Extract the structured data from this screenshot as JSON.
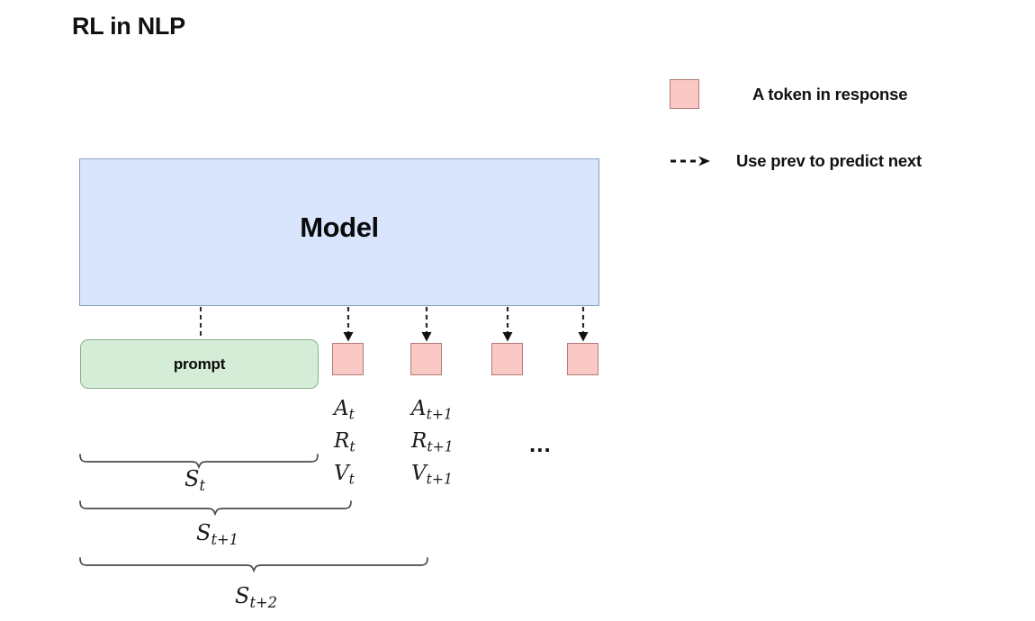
{
  "slide": {
    "title": "RL in NLP",
    "background_color": "#ffffff"
  },
  "legend": {
    "items": [
      {
        "icon": "pink-square-swatch",
        "label": "A token in response",
        "color": "#fac9c6",
        "border_color": "#b07b78"
      },
      {
        "icon": "dashed-arrow",
        "label": "Use prev to predict next",
        "color": "#111111"
      }
    ]
  },
  "diagram": {
    "model_box": {
      "label": "Model",
      "fill": "#d8e5fd",
      "border": "#8ba0bd"
    },
    "prompt_box": {
      "label": "prompt",
      "fill": "#d5ecd6",
      "border": "#8ab08c"
    },
    "tokens": [
      {
        "fill": "#fac9c6",
        "border": "#b07b78"
      },
      {
        "fill": "#fac9c6",
        "border": "#b07b78"
      },
      {
        "fill": "#fac9c6",
        "border": "#b07b78"
      },
      {
        "fill": "#fac9c6",
        "border": "#b07b78"
      }
    ],
    "token_annotations": [
      {
        "action": "A",
        "action_sub": "t",
        "reward": "R",
        "reward_sub": "t",
        "value": "V",
        "value_sub": "t"
      },
      {
        "action": "A",
        "action_sub": "t+1",
        "reward": "R",
        "reward_sub": "t+1",
        "value": "V",
        "value_sub": "t+1"
      }
    ],
    "ellipsis": "...",
    "state_braces": [
      {
        "symbol": "S",
        "subscript": "t"
      },
      {
        "symbol": "S",
        "subscript": "t+1"
      },
      {
        "symbol": "S",
        "subscript": "t+2"
      }
    ]
  }
}
